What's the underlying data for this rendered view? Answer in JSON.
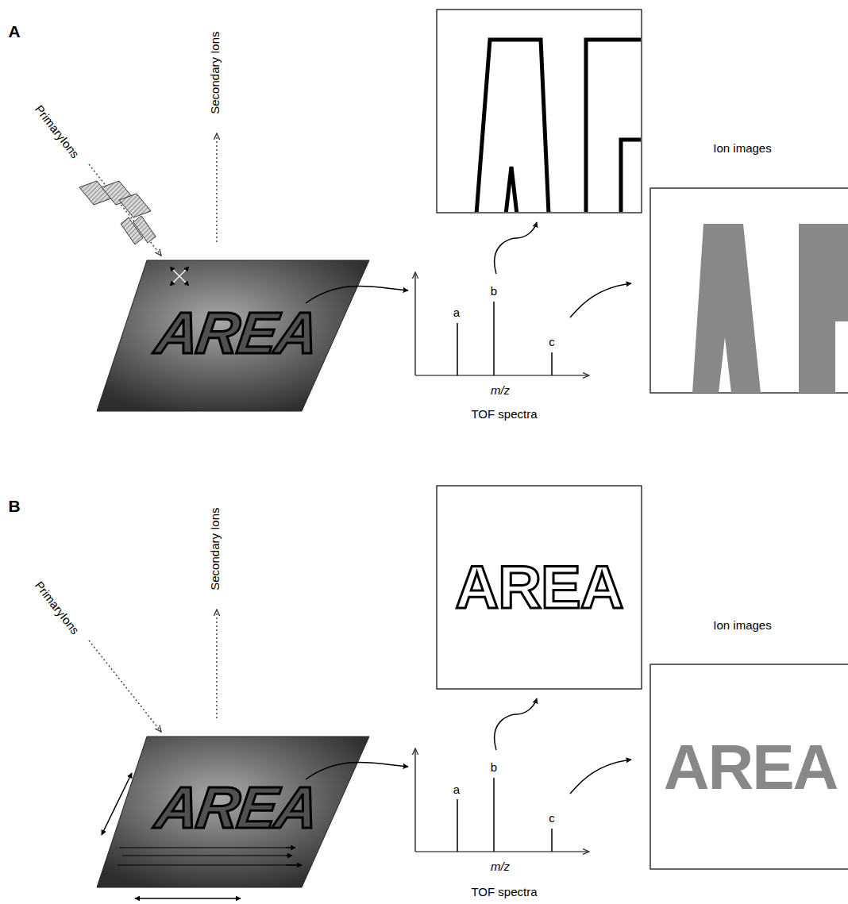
{
  "diagram": {
    "labels": [
      "A",
      "PrimaryIons",
      "Secondary Ions",
      "AREA",
      "a",
      "b",
      "c",
      "m/z",
      "TOF spectra",
      "Ion images",
      "B",
      "PrimaryIons",
      "Secondary Ions",
      "AREA",
      "AREA",
      "a",
      "b",
      "c",
      "m/z",
      "TOF spectra",
      "Ion images",
      "AREA"
    ]
  }
}
